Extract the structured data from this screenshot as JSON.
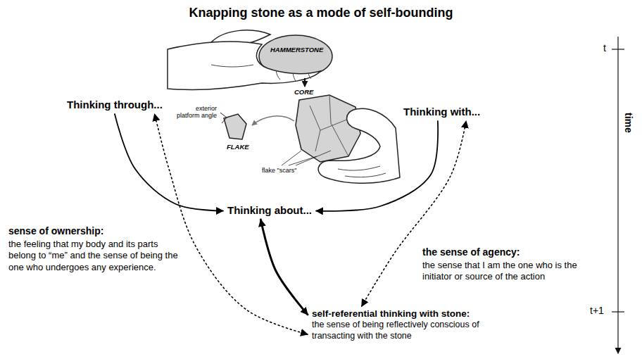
{
  "diagram": {
    "title": "Knapping stone as a mode of self-bounding",
    "nodes": [
      {
        "text": [
          "Thinking through..."
        ]
      },
      {
        "text": [
          "Thinking with..."
        ]
      },
      {
        "text": [
          "Thinking about..."
        ]
      },
      {
        "text": [
          "self-referential thinking with stone:",
          "the sense of being reflectively conscious of transacting with the stone"
        ]
      }
    ],
    "edges": [
      {
        "from": 0,
        "to": 2,
        "arrow": "to"
      },
      {
        "from": 1,
        "to": 2,
        "arrow": "to"
      },
      {
        "from": 2,
        "to": 3,
        "arrow": "both"
      },
      {
        "from": 3,
        "to": 0,
        "arrow": "both"
      },
      {
        "from": 3,
        "to": 1,
        "arrow": "both"
      }
    ],
    "labels": [
      "HAMMERSTONE",
      "CORE",
      "exterior platform angle",
      "FLAKE",
      "flake \"scars\"",
      "sense of ownership:",
      "the feeling that my body and its parts belong to “me” and the sense of being the one who undergoes any experience.",
      "the sense of agency:",
      "the sense that I am the one who is the initiator or source of the action",
      "t",
      "time",
      "t+1"
    ]
  }
}
